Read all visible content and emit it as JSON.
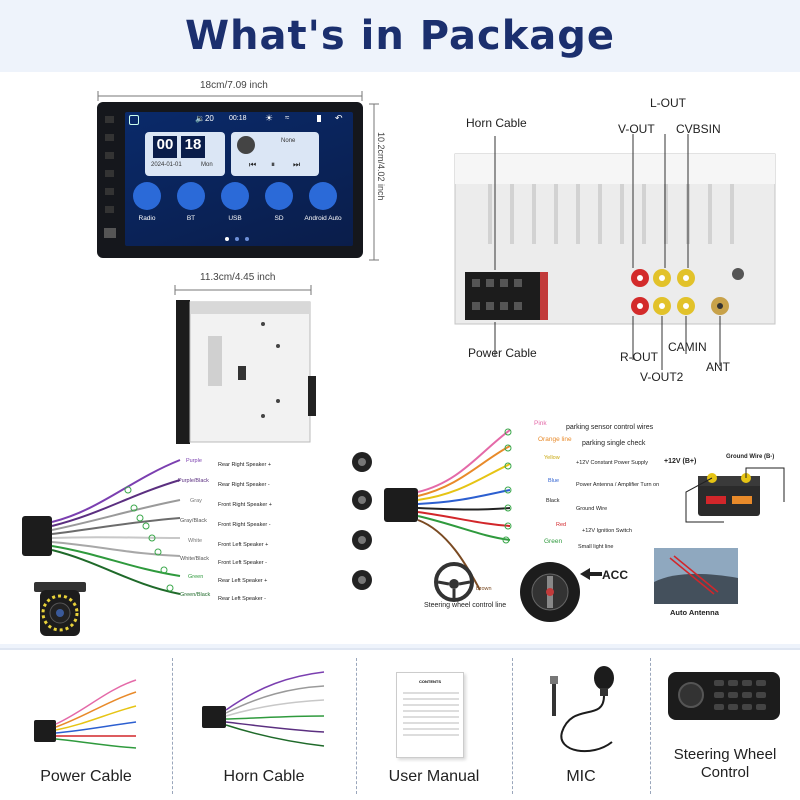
{
  "header": {
    "title": "What's in Package"
  },
  "stereo_front": {
    "width_label": "18cm/7.09 inch",
    "height_label": "10.2cm/4.02 inch",
    "screen": {
      "volume": "20",
      "top_time": "00:18",
      "clock_hour": "00",
      "clock_min": "18",
      "date": "2024-01-01",
      "day": "Mon",
      "music_status": "None",
      "apps": [
        "Radio",
        "BT",
        "USB",
        "SD",
        "Android Auto"
      ]
    }
  },
  "stereo_side": {
    "width_label": "11.3cm/4.45 inch"
  },
  "back_panel": {
    "horn_cable": "Horn Cable",
    "power_cable": "Power Cable",
    "v_out": "V-OUT",
    "l_out": "L-OUT",
    "cvbsin": "CVBSIN",
    "r_out": "R-OUT",
    "camin": "CAMIN",
    "v_out2": "V-OUT2",
    "ant": "ANT"
  },
  "speaker_wires": [
    {
      "color_name": "Purple",
      "label": "Rear Right Speaker +",
      "hex": "#7b3fb0"
    },
    {
      "color_name": "Purple/Black",
      "label": "Rear Right Speaker -",
      "hex": "#5b2f80"
    },
    {
      "color_name": "Gray",
      "label": "Front Right Speaker +",
      "hex": "#9a9a9a"
    },
    {
      "color_name": "Gray/Black",
      "label": "Front Right Speaker -",
      "hex": "#6c6c6c"
    },
    {
      "color_name": "White",
      "label": "Front Left Speaker +",
      "hex": "#c8c8c8"
    },
    {
      "color_name": "White/Black",
      "label": "Front Left Speaker -",
      "hex": "#a8a8a8"
    },
    {
      "color_name": "Green",
      "label": "Rear Left Speaker +",
      "hex": "#2f9a3d"
    },
    {
      "color_name": "Green/Black",
      "label": "Rear Left Speaker -",
      "hex": "#1f6a2a"
    }
  ],
  "power_wires": [
    {
      "color_name": "Pink",
      "label": "parking sensor control wires",
      "hex": "#e46aa8"
    },
    {
      "color_name": "Orange line",
      "label": "parking single check",
      "hex": "#e88a2a"
    },
    {
      "color_name": "Yellow",
      "label": "+12V Constant Power Supply",
      "hex": "#e6c414"
    },
    {
      "color_name": "Blue",
      "label": "Power Antenna / Amplifier Turn on",
      "hex": "#2c5fd0"
    },
    {
      "color_name": "Black",
      "label": "Ground Wire",
      "hex": "#222222"
    },
    {
      "color_name": "Red",
      "label": "+12V Ignition Switch",
      "hex": "#d2262a"
    },
    {
      "color_name": "Green",
      "label": "Small light line",
      "hex": "#2f9a3d"
    },
    {
      "color_name": "Brown",
      "label": "Steering wheel control line",
      "hex": "#7a4a22"
    }
  ],
  "battery": {
    "plus_label": "+12V (B+)",
    "ground_label": "Ground Wire (B-)"
  },
  "acc": {
    "label": "ACC"
  },
  "auto_antenna": {
    "label": "Auto Antenna"
  },
  "manual": {
    "heading": "CONTENTS"
  },
  "package_items": [
    "Power Cable",
    "Horn Cable",
    "User Manual",
    "MIC",
    "Steering Wheel Control"
  ]
}
